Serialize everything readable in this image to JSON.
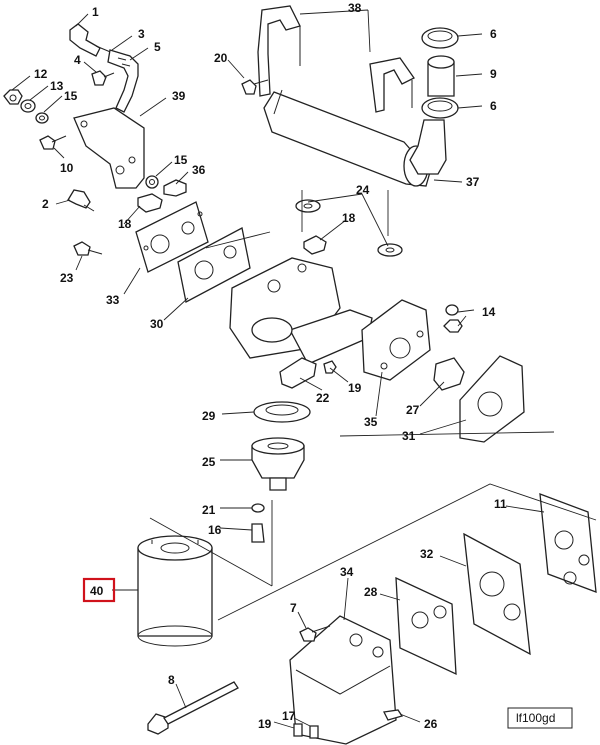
{
  "diagram": {
    "reference_code": "lf100gd",
    "highlighted_callout": "40",
    "highlight_color": "#d0121b",
    "callouts": {
      "c1": "1",
      "c2": "2",
      "c3": "3",
      "c4": "4",
      "c5": "5",
      "c6a": "6",
      "c6b": "6",
      "c7": "7",
      "c8": "8",
      "c9": "9",
      "c10": "10",
      "c11": "11",
      "c12": "12",
      "c13": "13",
      "c14": "14",
      "c15a": "15",
      "c15b": "15",
      "c16": "16",
      "c17": "17",
      "c18a": "18",
      "c18b": "18",
      "c19a": "19",
      "c19b": "19",
      "c20": "20",
      "c21": "21",
      "c22": "22",
      "c23": "23",
      "c24": "24",
      "c25": "25",
      "c26": "26",
      "c27": "27",
      "c28": "28",
      "c29": "29",
      "c30": "30",
      "c31": "31",
      "c32": "32",
      "c33": "33",
      "c34": "34",
      "c35": "35",
      "c36": "36",
      "c37": "37",
      "c38": "38",
      "c39": "39",
      "c40": "40"
    }
  }
}
